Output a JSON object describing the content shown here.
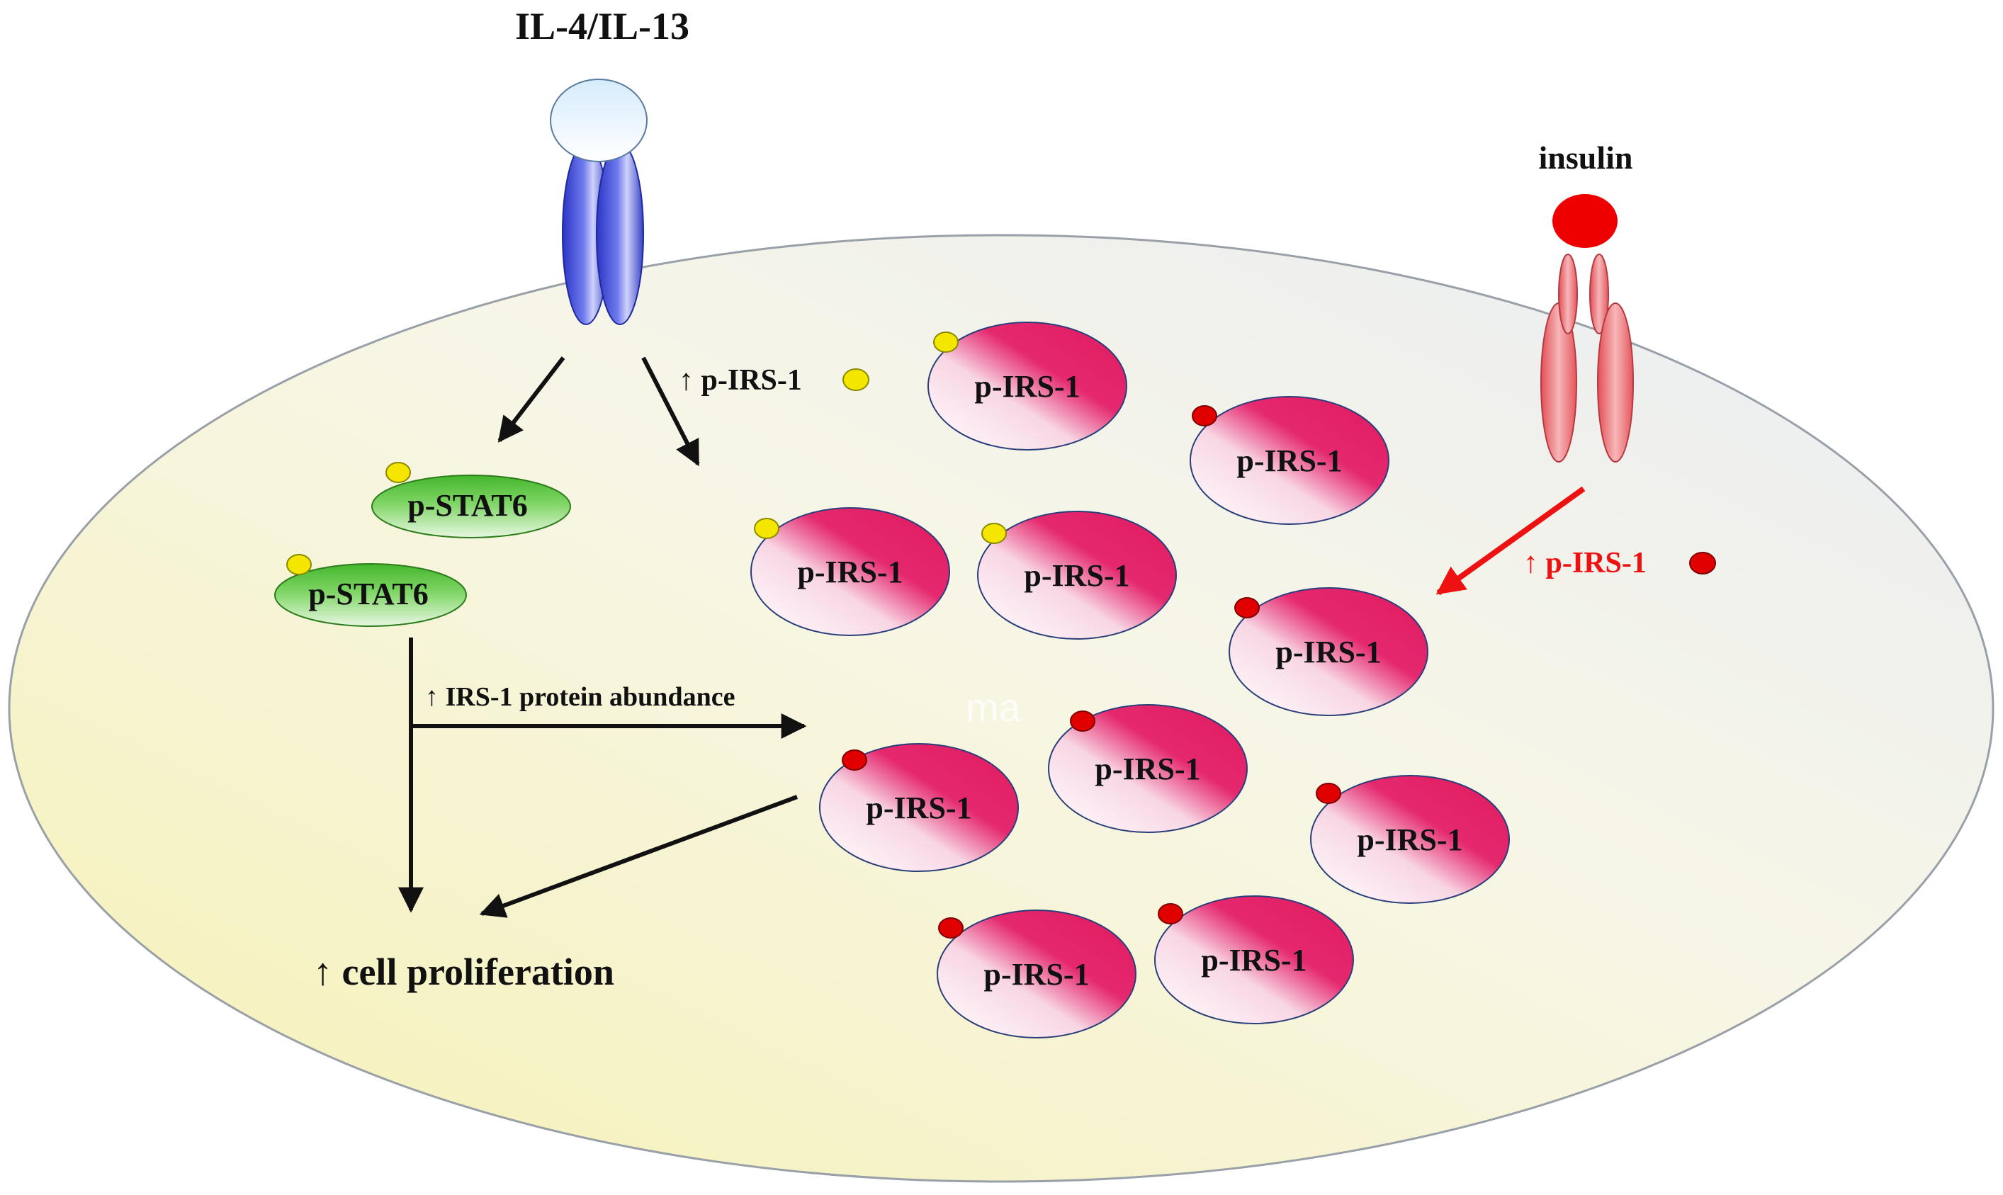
{
  "labels": {
    "il4_il13": "IL-4/IL-13",
    "insulin": "insulin",
    "p_irs1_il4": "↑ p-IRS-1",
    "p_irs1_insulin": "↑ p-IRS-1",
    "irs1_abundance": "↑ IRS-1 protein abundance",
    "cell_proliferation": "↑ cell proliferation",
    "stat6": "p-STAT6",
    "irs1": "p-IRS-1",
    "watermark": "ma"
  },
  "colors": {
    "il4_receptor": "#4a55d8",
    "insulin_receptor": "#e8686c",
    "insulin_ligand": "#ee0000",
    "il4_phosphate": "#f5e600",
    "insulin_phosphate": "#e00000",
    "insulin_arrow": "#ee1111",
    "irs1_fill": "#e5296f",
    "stat6_fill": "#52c43a",
    "cell_fill": "#f6f3cc"
  }
}
